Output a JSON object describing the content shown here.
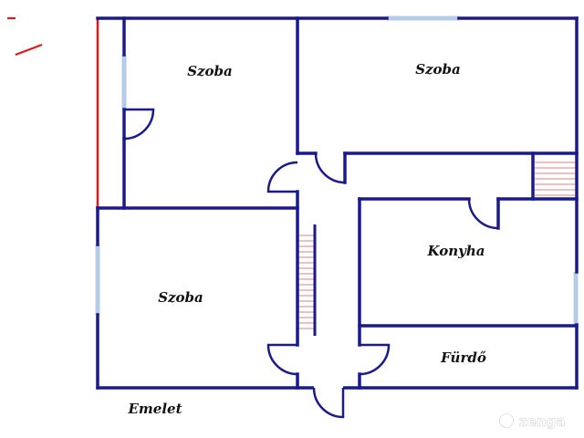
{
  "floor_label": "Emelet",
  "rooms": [
    {
      "id": "room-top-left",
      "label": "Szoba"
    },
    {
      "id": "room-top-right",
      "label": "Szoba"
    },
    {
      "id": "room-bottom-left",
      "label": "Szoba"
    },
    {
      "id": "kitchen",
      "label": "Konyha"
    },
    {
      "id": "bathroom",
      "label": "Fürdő"
    }
  ],
  "watermark": {
    "text": "zenga"
  },
  "colors": {
    "wall": "#1a1a8c",
    "window": "#b4cce8",
    "accent": "#e01818",
    "stairs": "#e08080"
  }
}
